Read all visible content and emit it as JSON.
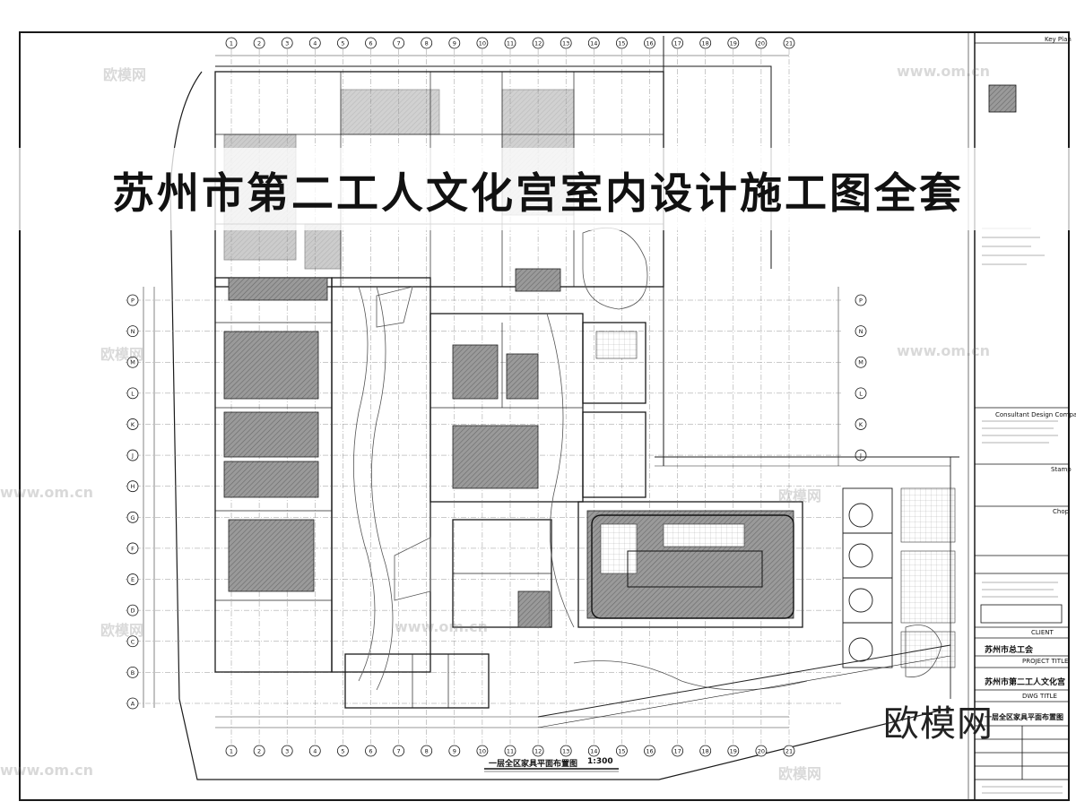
{
  "banner": {
    "title": "苏州市第二工人文化宫室内设计施工图全套"
  },
  "watermark": {
    "small": "欧模网",
    "url": "www.om.cn",
    "large": "欧模网"
  },
  "drawing": {
    "plan_title": "一层全区家具平面布置图",
    "scale": "1:300"
  },
  "grid": {
    "top_labels": [
      "1",
      "2",
      "3",
      "4",
      "5",
      "6",
      "7",
      "8",
      "9",
      "10",
      "11",
      "12",
      "13",
      "14",
      "15",
      "16",
      "17",
      "18",
      "19",
      "20",
      "21"
    ],
    "left_labels": [
      "P",
      "N",
      "M",
      "L",
      "K",
      "J",
      "H",
      "G",
      "F",
      "E",
      "D",
      "C",
      "B",
      "A"
    ],
    "right_labels": [
      "P",
      "N",
      "M",
      "L",
      "K",
      "J"
    ]
  },
  "title_block": {
    "key_plan": "Key Plan",
    "consultant": "Consultant Design Company",
    "client_label": "CLIENT",
    "client": "苏州市总工会",
    "project_label": "PROJECT TITLE",
    "project": "苏州市第二工人文化宫",
    "dwg_label": "DWG TITLE",
    "dwg": "一层全区家具平面布置图",
    "stamp": "Stamp",
    "chop": "Chop"
  },
  "colors": {
    "line": "#1a1a1a",
    "hatch": "#8c8c8c",
    "light": "#bdbdbd"
  }
}
